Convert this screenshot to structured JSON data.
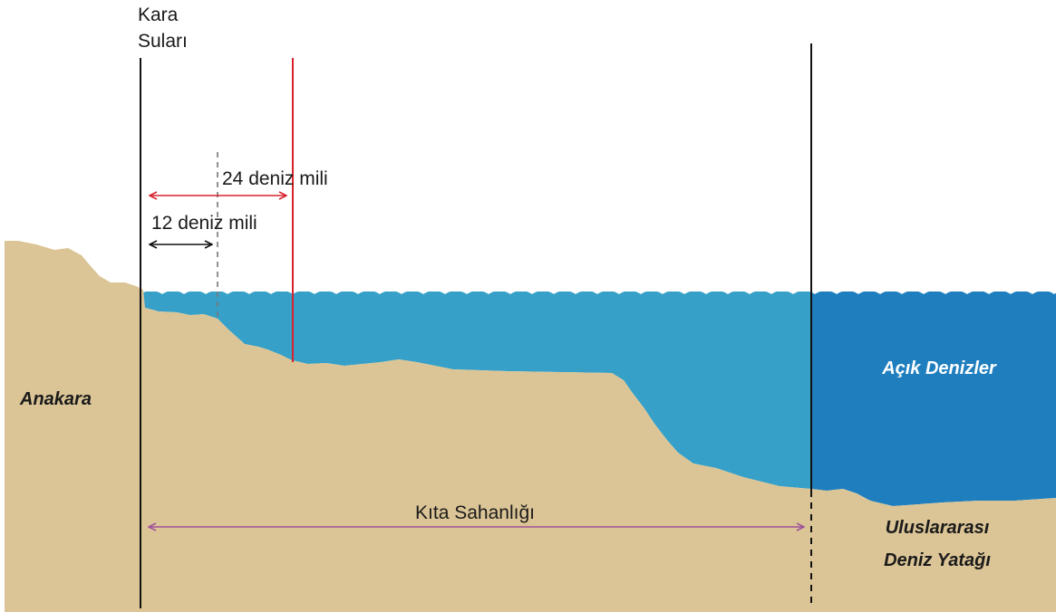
{
  "diagram": {
    "labels": {
      "territorial_line1": "Kara",
      "territorial_line2": "Suları",
      "nm24": "24 deniz mili",
      "nm12": "12 deniz mili",
      "mainland": "Anakara",
      "high_seas": "Açık Denizler",
      "continental_shelf": "Kıta Sahanlığı",
      "seabed_line1": "Uluslararası",
      "seabed_line2": "Deniz Yatağı"
    },
    "colors": {
      "land": "#dbc596",
      "shallow_sea": "#36a0c8",
      "open_sea": "#1f7fbe",
      "line_black": "#111111",
      "line_red": "#d8232e",
      "line_gray": "#777777",
      "arrow_purple": "#a0529a",
      "open_sea_text": "#ffffff",
      "seabed_text": "#1a1a1a"
    }
  }
}
